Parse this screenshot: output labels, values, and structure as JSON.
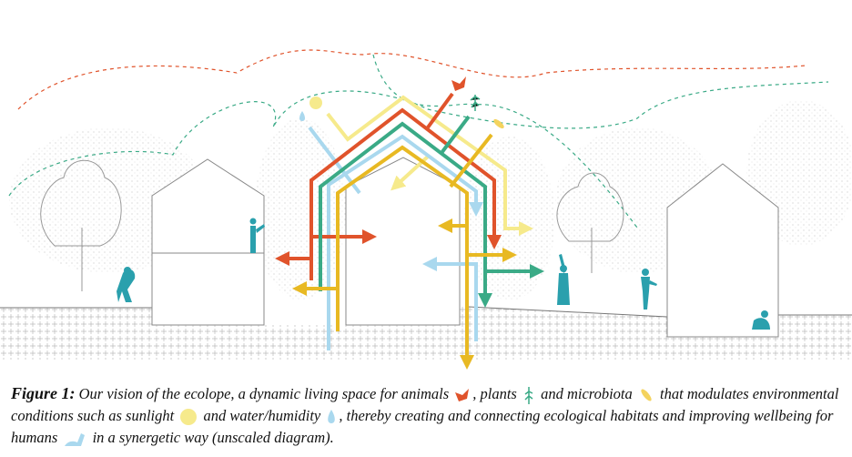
{
  "caption": {
    "label": "Figure 1:",
    "part1": " Our vision of the ecolope, a dynamic living space for animals ",
    "part2": ", plants ",
    "part3": " and microbiota ",
    "part4": " that modulates environmental conditions such as sunlight ",
    "part5": " and water/humidity ",
    "part6": ", thereby creating and connecting ecological habitats and improving wellbeing for humans ",
    "part7": " in a synergetic way (unscaled diagram)."
  },
  "colors": {
    "animals": "#e0532b",
    "plants": "#3aaa86",
    "microbiota": "#e8b923",
    "sunlight": "#f6ea8c",
    "water": "#a9d8ee",
    "humans": "#2aa0ad"
  }
}
